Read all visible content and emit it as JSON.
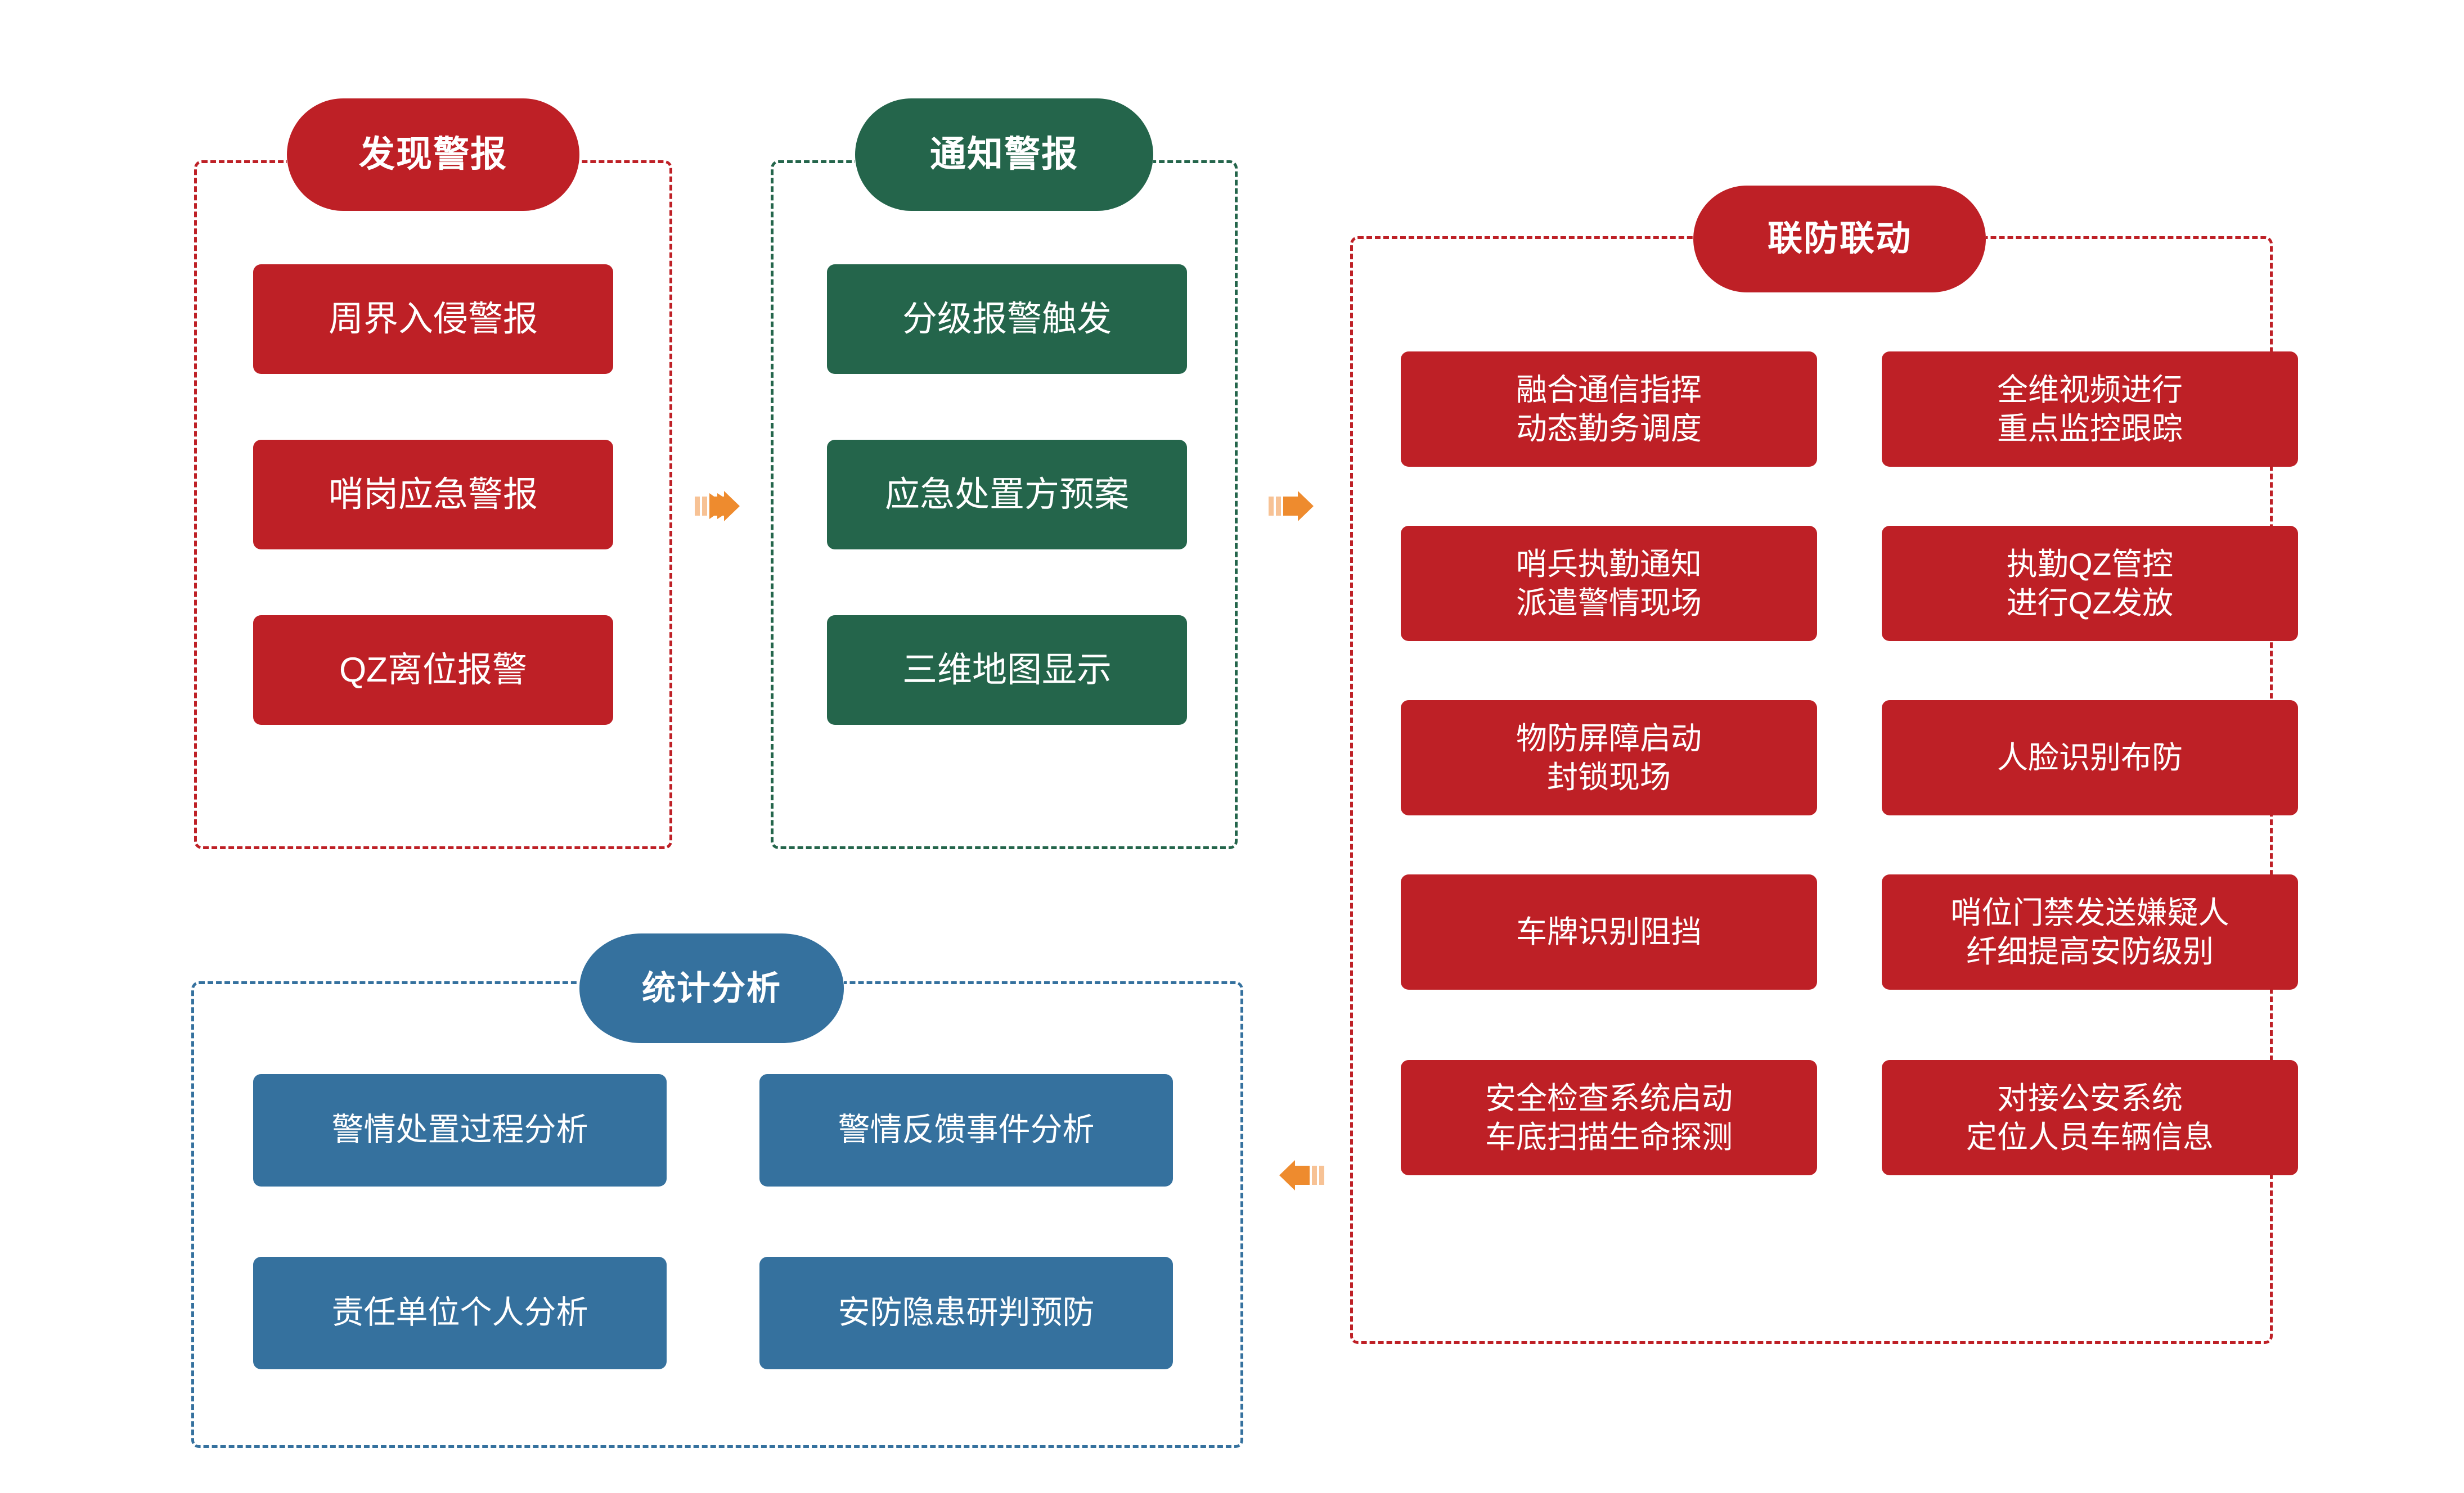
{
  "diagram": {
    "title_hidden": "",
    "colors": {
      "red": "#BE2026",
      "green": "#24654B",
      "blue": "#35719E",
      "arrow_orange": "#EE8B2E",
      "arrow_orange_light": "#F7C295",
      "background": "#FFFFFF"
    }
  },
  "panels": {
    "discover": {
      "header": "发现警报",
      "accent": "#BE2026",
      "items": [
        {
          "label": "周界入侵警报"
        },
        {
          "label": "哨岗应急警报"
        },
        {
          "label": "QZ离位报警"
        }
      ]
    },
    "notify": {
      "header": "通知警报",
      "accent": "#24654B",
      "items": [
        {
          "label": "分级报警触发"
        },
        {
          "label": "应急处置方预案"
        },
        {
          "label": "三维地图显示"
        }
      ]
    },
    "joint_defense": {
      "header": "联防联动",
      "accent": "#BE2026",
      "left_items": [
        {
          "label": "融合通信指挥\n动态勤务调度"
        },
        {
          "label": "哨兵执勤通知\n派遣警情现场"
        },
        {
          "label": "物防屏障启动\n封锁现场"
        },
        {
          "label": "车牌识别阻挡"
        },
        {
          "label": "安全检查系统启动\n车底扫描生命探测"
        }
      ],
      "right_items": [
        {
          "label": "全维视频进行\n重点监控跟踪"
        },
        {
          "label": "执勤QZ管控\n进行QZ发放"
        },
        {
          "label": "人脸识别布防"
        },
        {
          "label": "哨位门禁发送嫌疑人\n纤细提高安防级别"
        },
        {
          "label": "对接公安系统\n定位人员车辆信息"
        }
      ]
    },
    "statistics": {
      "header": "统计分析",
      "accent": "#35719E",
      "items": [
        {
          "label": "警情处置过程分析"
        },
        {
          "label": "警情反馈事件分析"
        },
        {
          "label": "责任单位个人分析"
        },
        {
          "label": "安防隐患研判预防"
        }
      ]
    }
  },
  "arrows": [
    {
      "name": "arrow-discover-to-notify",
      "direction": "right"
    },
    {
      "name": "arrow-notify-to-joint",
      "direction": "right"
    },
    {
      "name": "arrow-joint-to-statistics",
      "direction": "left"
    }
  ]
}
